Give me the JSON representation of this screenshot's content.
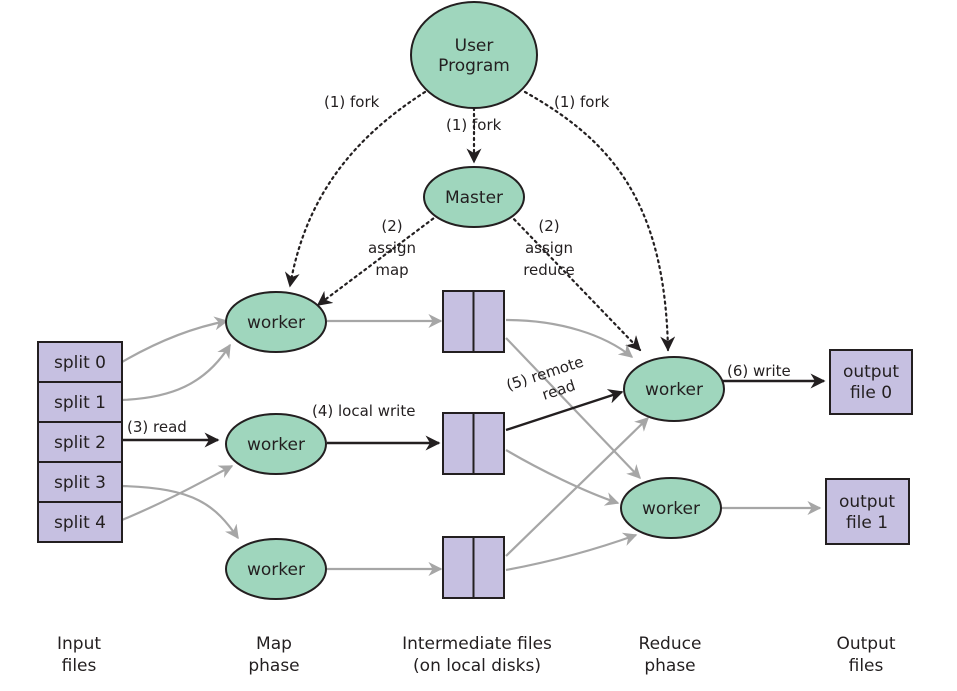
{
  "nodes": {
    "user_program": [
      "User",
      "Program"
    ],
    "master": "Master",
    "map_workers": [
      "worker",
      "worker",
      "worker"
    ],
    "reduce_workers": [
      "worker",
      "worker"
    ],
    "splits": [
      "split 0",
      "split 1",
      "split 2",
      "split 3",
      "split 4"
    ],
    "outputs": [
      [
        "output",
        "file 0"
      ],
      [
        "output",
        "file 1"
      ]
    ]
  },
  "edge_labels": {
    "fork_left": "(1) fork",
    "fork_middle": "(1) fork",
    "fork_right": "(1) fork",
    "assign_map": [
      "(2)",
      "assign",
      "map"
    ],
    "assign_reduce": [
      "(2)",
      "assign",
      "reduce"
    ],
    "read": "(3) read",
    "local_write": "(4) local write",
    "remote_read": [
      "(5) remote",
      "read"
    ],
    "write": "(6) write"
  },
  "phases": [
    [
      "Input",
      "files"
    ],
    [
      "Map",
      "phase"
    ],
    [
      "Intermediate files",
      "(on local disks)"
    ],
    [
      "Reduce",
      "phase"
    ],
    [
      "Output",
      "files"
    ]
  ],
  "colors": {
    "node_fill": "#9fd6bd",
    "file_fill": "#c6c0e1",
    "gray_arrow": "#a6a6a6",
    "dark": "#231f20"
  }
}
